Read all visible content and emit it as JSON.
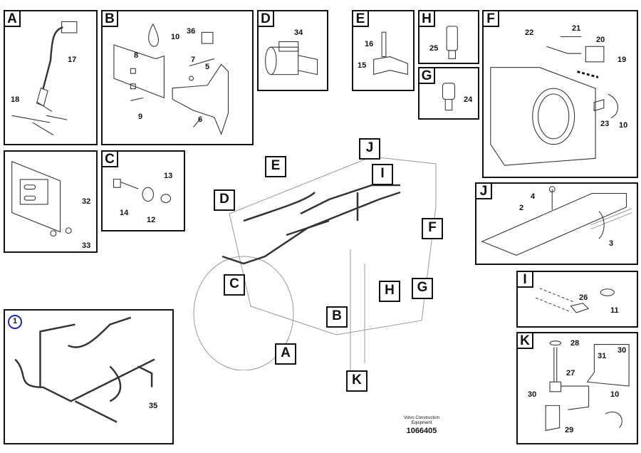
{
  "panels": {
    "A": {
      "label": "A",
      "parts": [
        "17",
        "18"
      ]
    },
    "B": {
      "label": "B",
      "parts": [
        "10",
        "36",
        "8",
        "7",
        "5",
        "9",
        "6"
      ]
    },
    "D": {
      "label": "D",
      "parts": [
        "34"
      ]
    },
    "E": {
      "label": "E",
      "parts": [
        "16",
        "15"
      ]
    },
    "H": {
      "label": "H",
      "parts": [
        "25"
      ]
    },
    "G": {
      "label": "G",
      "parts": [
        "24"
      ]
    },
    "F": {
      "label": "F",
      "parts": [
        "22",
        "21",
        "20",
        "19",
        "23",
        "10"
      ]
    },
    "ecu": {
      "parts": [
        "32",
        "33"
      ]
    },
    "C": {
      "label": "C",
      "parts": [
        "13",
        "14",
        "12"
      ]
    },
    "J": {
      "label": "J",
      "parts": [
        "4",
        "2",
        "3"
      ]
    },
    "I": {
      "label": "I",
      "parts": [
        "26",
        "11"
      ]
    },
    "K": {
      "label": "K",
      "parts": [
        "28",
        "27",
        "31",
        "30",
        "30",
        "10",
        "29"
      ]
    },
    "harness": {
      "badge": "1",
      "parts": [
        "35"
      ]
    }
  },
  "engine_callouts": [
    "E",
    "J",
    "I",
    "D",
    "F",
    "C",
    "H",
    "G",
    "B",
    "A",
    "K"
  ],
  "credit": {
    "line1": "Volvo Construction",
    "line2": "Equipment",
    "code": "1066405"
  },
  "colors": {
    "line": "#111111",
    "badge": "#1f2fa8"
  }
}
